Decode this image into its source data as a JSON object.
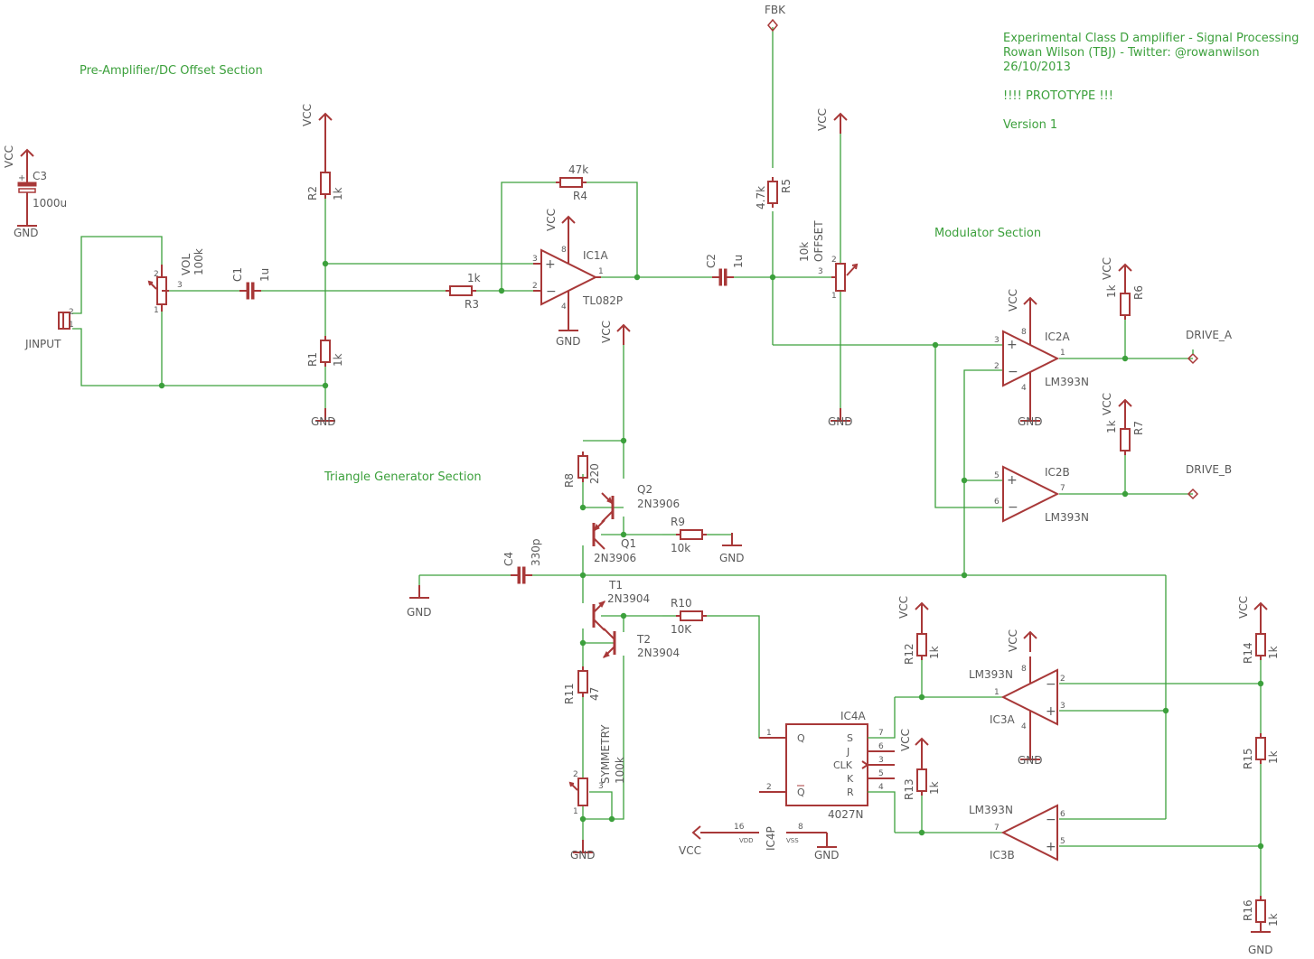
{
  "title_block": {
    "line1": "Experimental Class D amplifier - Signal Processing",
    "line2": "Rowan Wilson (TBJ) - Twitter: @rowanwilson",
    "line3": "26/10/2013",
    "line4": "!!!! PROTOTYPE !!!",
    "line5": "Version 1"
  },
  "sections": {
    "preamp": "Pre-Amplifier/DC Offset Section",
    "modulator": "Modulator Section",
    "triangle": "Triangle Generator Section"
  },
  "nets": {
    "vcc": "VCC",
    "gnd": "GND",
    "fbk": "FBK",
    "drive_a": "DRIVE_A",
    "drive_b": "DRIVE_B",
    "jinput": "JINPUT"
  },
  "parts": {
    "c3": {
      "name": "C3",
      "value": "1000u"
    },
    "c1": {
      "name": "C1",
      "value": "1u"
    },
    "c2": {
      "name": "C2",
      "value": "1u"
    },
    "c4": {
      "name": "C4",
      "value": "330p"
    },
    "vol": {
      "name": "VOL",
      "value": "100k"
    },
    "offset": {
      "name": "OFFSET",
      "value": "10k"
    },
    "symmetry": {
      "name": "SYMMETRY",
      "value": "100k"
    },
    "r1": {
      "name": "R1",
      "value": "1k"
    },
    "r2": {
      "name": "R2",
      "value": "1k"
    },
    "r3": {
      "name": "R3",
      "value": "1k"
    },
    "r4": {
      "name": "R4",
      "value": "47k"
    },
    "r5": {
      "name": "R5",
      "value": "4.7k"
    },
    "r6": {
      "name": "R6",
      "value": "1k"
    },
    "r7": {
      "name": "R7",
      "value": "1k"
    },
    "r8": {
      "name": "R8",
      "value": "220"
    },
    "r9": {
      "name": "R9",
      "value": "10k"
    },
    "r10": {
      "name": "R10",
      "value": "10K"
    },
    "r11": {
      "name": "R11",
      "value": "47"
    },
    "r12": {
      "name": "R12",
      "value": "1k"
    },
    "r13": {
      "name": "R13",
      "value": "1k"
    },
    "r14": {
      "name": "R14",
      "value": "1k"
    },
    "r15": {
      "name": "R15",
      "value": "1k"
    },
    "r16": {
      "name": "R16",
      "value": "1k"
    },
    "ic1a": {
      "name": "IC1A",
      "value": "TL082P"
    },
    "ic2a": {
      "name": "IC2A",
      "value": "LM393N"
    },
    "ic2b": {
      "name": "IC2B",
      "value": "LM393N"
    },
    "ic3a": {
      "name": "IC3A",
      "value": "LM393N"
    },
    "ic3b": {
      "name": "IC3B",
      "value": "LM393N"
    },
    "ic4a": {
      "name": "IC4A",
      "value": "4027N"
    },
    "ic4p": {
      "name": "IC4P",
      "vdd": "VDD",
      "vss": "VSS"
    },
    "q1": {
      "name": "Q1",
      "value": "2N3906"
    },
    "q2": {
      "name": "Q2",
      "value": "2N3906"
    },
    "t1": {
      "name": "T1",
      "value": "2N3904"
    },
    "t2": {
      "name": "T2",
      "value": "2N3904"
    }
  },
  "ff_pins": {
    "q": "Q",
    "qbar": "Q",
    "s": "S",
    "j": "J",
    "clk": "CLK",
    "k": "K",
    "r": "R"
  },
  "pin_numbers": {
    "p1": "1",
    "p2": "2",
    "p3": "3",
    "p4": "4",
    "p5": "5",
    "p6": "6",
    "p7": "7",
    "p8": "8",
    "p16": "16"
  },
  "colors": {
    "wire": "#3ca03c",
    "symbol": "#a83838",
    "text": "#5a5a5a"
  }
}
